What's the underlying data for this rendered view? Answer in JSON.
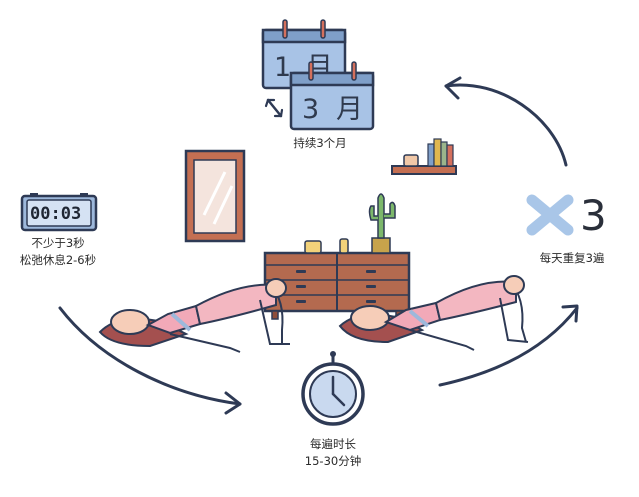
{
  "calendar": {
    "front_number": "1",
    "front_unit": "月",
    "back_number": "3",
    "back_unit": "月",
    "caption": "持续3个月"
  },
  "alarm_clock": {
    "display": "00:03",
    "caption_line1": "不少于3秒",
    "caption_line2": "松弛休息2-6秒"
  },
  "repeat": {
    "count": "3",
    "caption": "每天重复3遍"
  },
  "stopwatch": {
    "caption_line1": "每遍时长",
    "caption_line2": "15-30分钟"
  },
  "colors": {
    "navy": "#2e3a55",
    "calendar_blue": "#a8c3e6",
    "calendar_top": "#7f9fc9",
    "dresser": "#b46a4f",
    "skin": "#f6cdb8",
    "top_pink": "#f2a9b8",
    "pants_pink": "#f3b7c1",
    "hair": "#a4504f",
    "repeat_x": "#a9c6e8"
  }
}
